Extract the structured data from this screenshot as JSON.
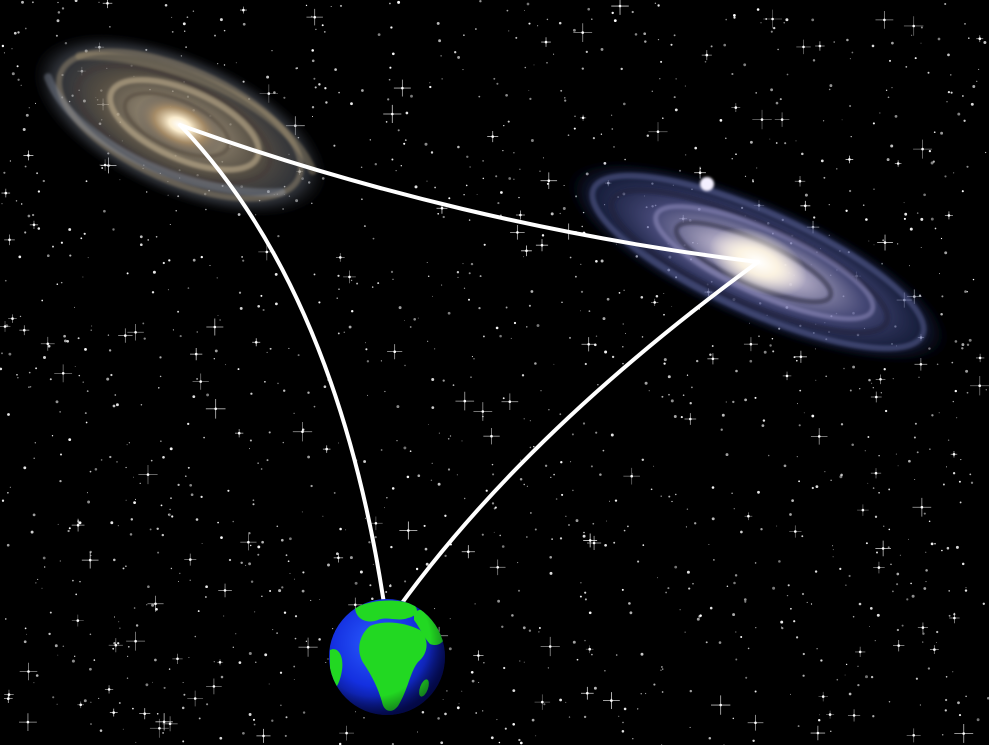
{
  "scene": {
    "background_color": "#000000",
    "star_color": "#ffffff",
    "line_color": "#ffffff"
  },
  "objects": [
    {
      "id": "spiral-galaxy-left",
      "kind": "spiral galaxy",
      "core_color": "#fff4dc",
      "arm_color": "#b89a70"
    },
    {
      "id": "spiral-galaxy-right",
      "kind": "spiral galaxy",
      "core_color": "#fffaf0",
      "arm_color": "#8f8fc8"
    },
    {
      "id": "earth",
      "kind": "planet",
      "ocean_color": "#1430e0",
      "land_color": "#22d822"
    }
  ],
  "connections": [
    {
      "from": "earth",
      "to": "spiral-galaxy-left",
      "style": "curved"
    },
    {
      "from": "earth",
      "to": "spiral-galaxy-right",
      "style": "curved"
    },
    {
      "from": "spiral-galaxy-left",
      "to": "spiral-galaxy-right",
      "style": "curved"
    }
  ]
}
